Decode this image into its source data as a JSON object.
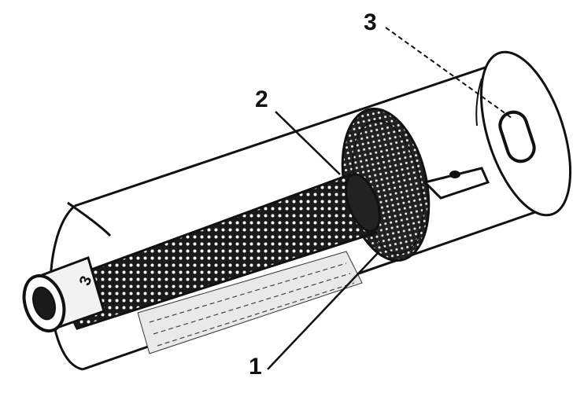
{
  "figure": {
    "callouts": {
      "label_1": "1",
      "label_2": "2",
      "label_3": "3"
    },
    "embossed_digit": "3",
    "parts": [
      "outer-cylinder-body",
      "perforated-inner-tube",
      "perforated-baffle-disc",
      "mounting-bracket",
      "slot-outlet",
      "tube-end-nozzle"
    ],
    "colors": {
      "ink": "#111111",
      "paper": "#ffffff"
    }
  }
}
